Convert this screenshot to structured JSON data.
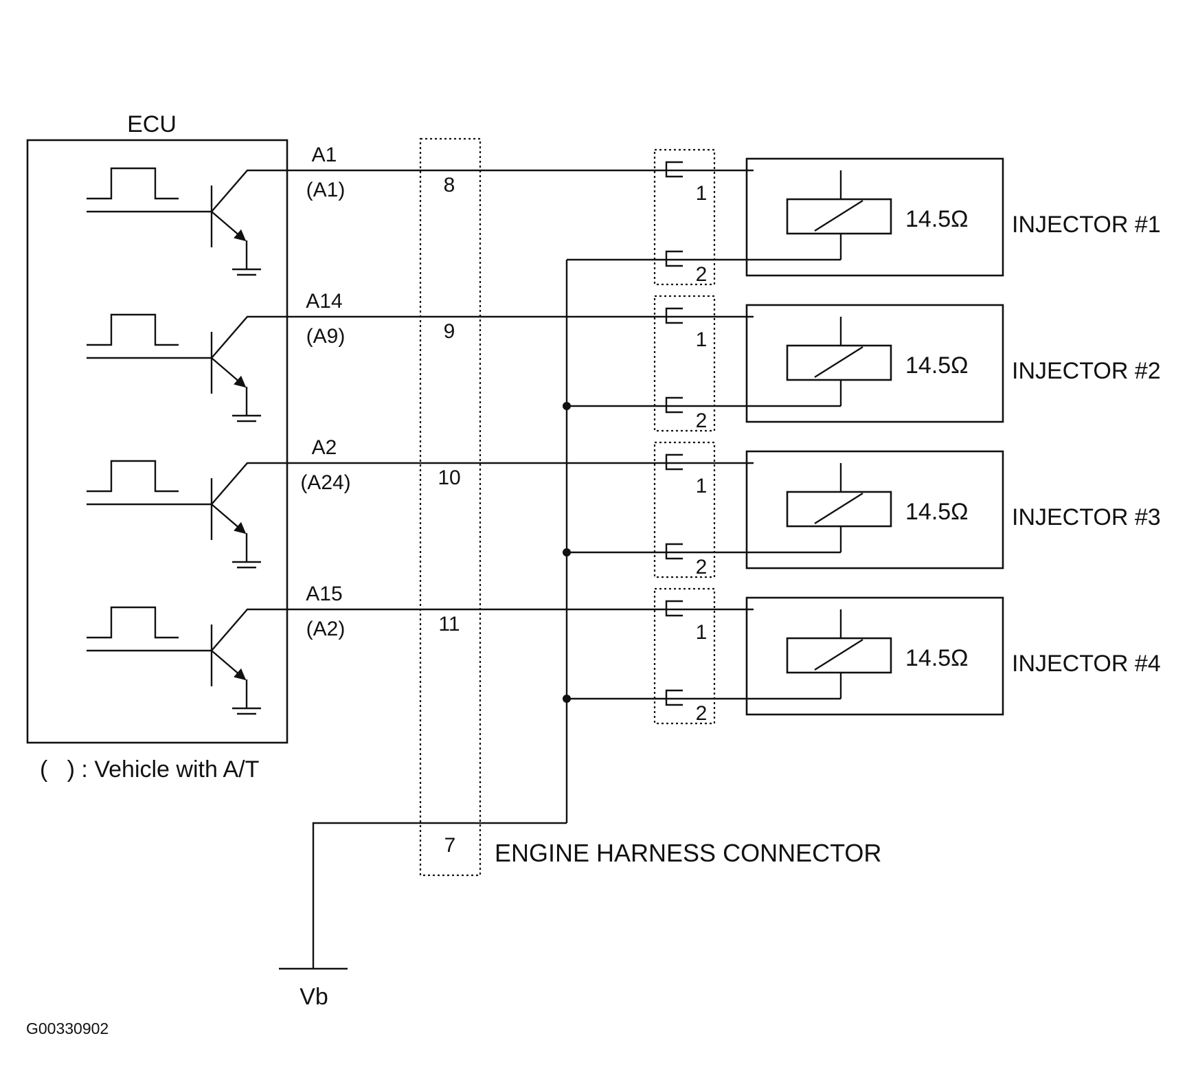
{
  "ecu": {
    "label": "ECU"
  },
  "channels": [
    {
      "ecu_pin": "A1",
      "ecu_pin_at": "(A1)",
      "harness_pin": "8"
    },
    {
      "ecu_pin": "A14",
      "ecu_pin_at": "(A9)",
      "harness_pin": "9"
    },
    {
      "ecu_pin": "A2",
      "ecu_pin_at": "(A24)",
      "harness_pin": "10"
    },
    {
      "ecu_pin": "A15",
      "ecu_pin_at": "(A2)",
      "harness_pin": "11"
    }
  ],
  "injectors": [
    {
      "name": "INJECTOR #1",
      "resistance": "14.5Ω",
      "pin1": "1",
      "pin2": "2"
    },
    {
      "name": "INJECTOR #2",
      "resistance": "14.5Ω",
      "pin1": "1",
      "pin2": "2"
    },
    {
      "name": "INJECTOR #3",
      "resistance": "14.5Ω",
      "pin1": "1",
      "pin2": "2"
    },
    {
      "name": "INJECTOR #4",
      "resistance": "14.5Ω",
      "pin1": "1",
      "pin2": "2"
    }
  ],
  "legend": {
    "text": "(   ) : Vehicle with A/T"
  },
  "harness": {
    "label": "ENGINE HARNESS CONNECTOR",
    "supply_pin": "7"
  },
  "supply": {
    "label": "Vb"
  },
  "figure_id": "G00330902"
}
